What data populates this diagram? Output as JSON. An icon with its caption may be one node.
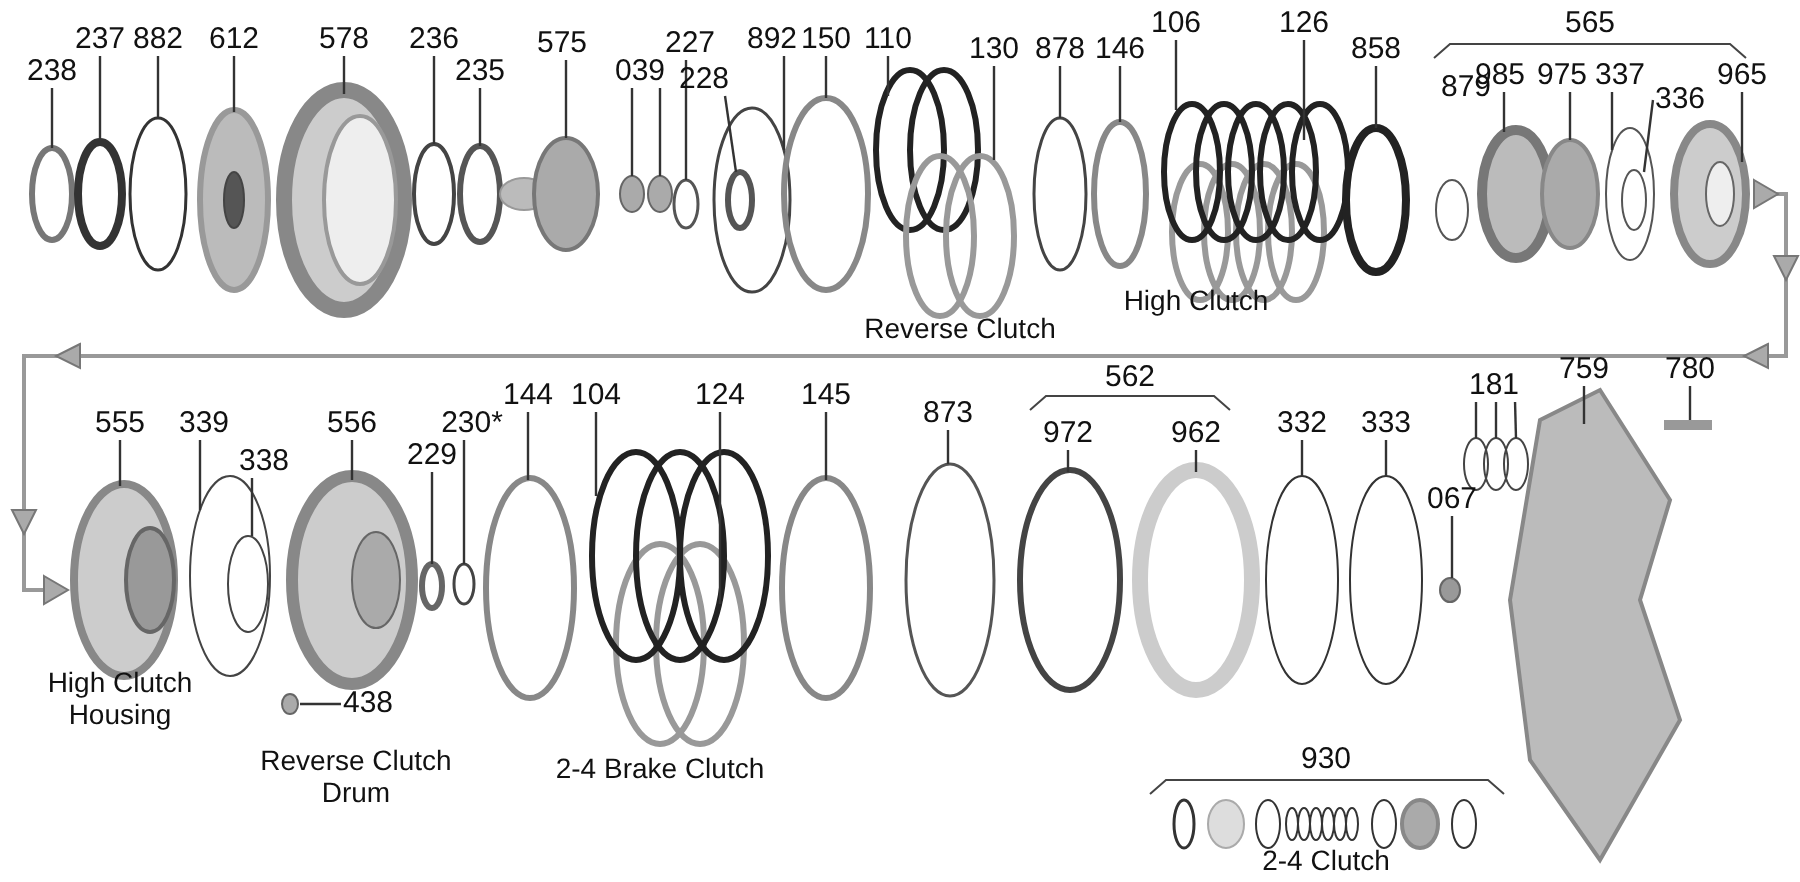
{
  "diagram": {
    "nodes": [
      {
        "text": [
          "238"
        ]
      },
      {
        "text": [
          "237"
        ]
      },
      {
        "text": [
          "882"
        ]
      },
      {
        "text": [
          "612"
        ]
      },
      {
        "text": [
          "578"
        ]
      },
      {
        "text": [
          "236"
        ]
      },
      {
        "text": [
          "235"
        ]
      },
      {
        "text": [
          "575"
        ]
      },
      {
        "text": [
          "039"
        ]
      },
      {
        "text": [
          "227"
        ]
      },
      {
        "text": [
          "228"
        ]
      },
      {
        "text": [
          "892"
        ]
      },
      {
        "text": [
          "150"
        ]
      },
      {
        "text": [
          "110"
        ]
      },
      {
        "text": [
          "130"
        ]
      },
      {
        "text": [
          "878"
        ]
      },
      {
        "text": [
          "146"
        ]
      },
      {
        "text": [
          "106"
        ]
      },
      {
        "text": [
          "126"
        ]
      },
      {
        "text": [
          "858"
        ]
      },
      {
        "text": [
          "985"
        ]
      },
      {
        "text": [
          "975"
        ]
      },
      {
        "text": [
          "337"
        ]
      },
      {
        "text": [
          "336"
        ]
      },
      {
        "text": [
          "965"
        ]
      },
      {
        "text": [
          "555"
        ]
      },
      {
        "text": [
          "339"
        ]
      },
      {
        "text": [
          "338"
        ]
      },
      {
        "text": [
          "556"
        ]
      },
      {
        "text": [
          "229"
        ]
      },
      {
        "text": [
          "230*"
        ]
      },
      {
        "text": [
          "144"
        ]
      },
      {
        "text": [
          "104"
        ]
      },
      {
        "text": [
          "124"
        ]
      },
      {
        "text": [
          "145"
        ]
      },
      {
        "text": [
          "873"
        ]
      },
      {
        "text": [
          "972"
        ]
      },
      {
        "text": [
          "962"
        ]
      },
      {
        "text": [
          "332"
        ]
      },
      {
        "text": [
          "333"
        ]
      },
      {
        "text": [
          "067"
        ]
      },
      {
        "text": [
          "181"
        ]
      },
      {
        "text": [
          "759"
        ]
      },
      {
        "text": [
          "780"
        ]
      },
      {
        "text": [
          "438"
        ]
      }
    ],
    "edges": [
      {
        "from": 0,
        "to": null,
        "arrow": "none"
      },
      {
        "from": 1,
        "to": null,
        "arrow": "none"
      },
      {
        "from": 2,
        "to": null,
        "arrow": "none"
      },
      {
        "from": 3,
        "to": null,
        "arrow": "none"
      },
      {
        "from": 4,
        "to": null,
        "arrow": "none"
      },
      {
        "from": 5,
        "to": null,
        "arrow": "none"
      },
      {
        "from": 6,
        "to": null,
        "arrow": "none"
      },
      {
        "from": 7,
        "to": null,
        "arrow": "none"
      },
      {
        "from": 8,
        "to": null,
        "arrow": "none"
      },
      {
        "from": 8,
        "to": null,
        "arrow": "none"
      },
      {
        "from": 9,
        "to": null,
        "arrow": "none"
      },
      {
        "from": 10,
        "to": null,
        "arrow": "none"
      },
      {
        "from": 11,
        "to": null,
        "arrow": "none"
      },
      {
        "from": 12,
        "to": null,
        "arrow": "none"
      },
      {
        "from": 13,
        "to": null,
        "arrow": "none"
      },
      {
        "from": 14,
        "to": null,
        "arrow": "none"
      },
      {
        "from": 15,
        "to": null,
        "arrow": "none"
      },
      {
        "from": 16,
        "to": null,
        "arrow": "none"
      },
      {
        "from": 17,
        "to": null,
        "arrow": "none"
      },
      {
        "from": 18,
        "to": null,
        "arrow": "none"
      },
      {
        "from": 19,
        "to": null,
        "arrow": "none"
      },
      {
        "from": 20,
        "to": null,
        "arrow": "none"
      },
      {
        "from": 21,
        "to": null,
        "arrow": "none"
      },
      {
        "from": 22,
        "to": null,
        "arrow": "none"
      },
      {
        "from": 23,
        "to": null,
        "arrow": "none"
      },
      {
        "from": 24,
        "to": null,
        "arrow": "none"
      },
      {
        "from": 25,
        "to": null,
        "arrow": "none"
      },
      {
        "from": 26,
        "to": null,
        "arrow": "none"
      },
      {
        "from": 27,
        "to": null,
        "arrow": "none"
      },
      {
        "from": 28,
        "to": null,
        "arrow": "none"
      },
      {
        "from": 29,
        "to": null,
        "arrow": "none"
      },
      {
        "from": 30,
        "to": null,
        "arrow": "none"
      },
      {
        "from": 31,
        "to": null,
        "arrow": "none"
      },
      {
        "from": 32,
        "to": null,
        "arrow": "none"
      },
      {
        "from": 33,
        "to": null,
        "arrow": "none"
      },
      {
        "from": 34,
        "to": null,
        "arrow": "none"
      },
      {
        "from": 35,
        "to": null,
        "arrow": "none"
      },
      {
        "from": 36,
        "to": null,
        "arrow": "none"
      },
      {
        "from": 37,
        "to": null,
        "arrow": "none"
      },
      {
        "from": 38,
        "to": null,
        "arrow": "none"
      },
      {
        "from": 39,
        "to": null,
        "arrow": "none"
      },
      {
        "from": 40,
        "to": null,
        "arrow": "none"
      },
      {
        "from": 41,
        "to": null,
        "arrow": "none"
      },
      {
        "from": 41,
        "to": null,
        "arrow": "none"
      },
      {
        "from": 41,
        "to": null,
        "arrow": "none"
      },
      {
        "from": 42,
        "to": null,
        "arrow": "none"
      },
      {
        "from": 43,
        "to": null,
        "arrow": "none"
      },
      {
        "from": 44,
        "to": null,
        "arrow": "none"
      }
    ],
    "labels": [
      "565",
      "879",
      "Reverse Clutch",
      "High Clutch",
      "562",
      "High Clutch Housing",
      "Reverse Clutch Drum",
      "2-4 Brake Clutch",
      "930",
      "2-4 Clutch"
    ]
  }
}
